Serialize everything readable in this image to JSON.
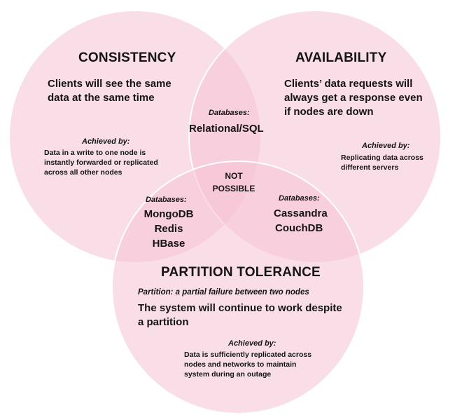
{
  "colors": {
    "circle_fill": "#f5c3d4",
    "circle_stroke": "#ffffff",
    "text": "#141414"
  },
  "consistency": {
    "title": "CONSISTENCY",
    "description_line1": "Clients will see the same",
    "description_line2": "data at the same time",
    "achieved_label": "Achieved by:",
    "achieved_line1": "Data in a write to one node is",
    "achieved_line2": "instantly forwarded or replicated",
    "achieved_line3": "across all other nodes"
  },
  "availability": {
    "title": "AVAILABILITY",
    "description_line1": "Clients’ data requests will",
    "description_line2": "always get a response even",
    "description_line3": "if nodes are down",
    "achieved_label": "Achieved by:",
    "achieved_line1": "Replicating data across",
    "achieved_line2": "different servers"
  },
  "partition_tolerance": {
    "title": "PARTITION TOLERANCE",
    "definition": "Partition: a partial failure between two nodes",
    "description_line1": "The system will continue to work despite",
    "description_line2": "a partition",
    "achieved_label": "Achieved by:",
    "achieved_line1": "Data is sufficiently replicated across",
    "achieved_line2": "nodes and networks to maintain",
    "achieved_line3": "system during an outage"
  },
  "ca_overlap": {
    "databases_label": "Databases:",
    "db1": "Relational/SQL"
  },
  "cp_overlap": {
    "databases_label": "Databases:",
    "db1": "MongoDB",
    "db2": "Redis",
    "db3": "HBase"
  },
  "ap_overlap": {
    "databases_label": "Databases:",
    "db1": "Cassandra",
    "db2": "CouchDB"
  },
  "center": {
    "line1": "NOT",
    "line2": "POSSIBLE"
  }
}
